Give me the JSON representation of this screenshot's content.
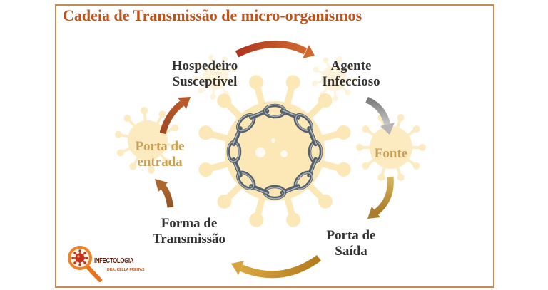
{
  "title": "Cadeia de Transmissão de micro-organismos",
  "stages": {
    "host": {
      "line1": "Hospedeiro",
      "line2": "Susceptível"
    },
    "agent": {
      "line1": "Agente",
      "line2": "Infeccioso"
    },
    "source": {
      "line1": "Fonte"
    },
    "exit": {
      "line1": "Porta de",
      "line2": "Saída"
    },
    "transmission": {
      "line1": "Forma de",
      "line2": "Transmissão"
    },
    "entry": {
      "line1": "Porta de",
      "line2": "entrada"
    }
  },
  "center_icon": "chain-icon",
  "background_icon": "virus-icon",
  "logo": {
    "icon": "virus-magnifier-icon",
    "text": "INFECTOLOGIA",
    "subtitle": "DRA. KELLA FREITAS"
  },
  "colors": {
    "frame": "#c98a4e",
    "title": "#c0521b",
    "label": "#333333",
    "label_light": "#c9a05a",
    "logo_text": "#5a1e0e",
    "virus": "#fce3ab",
    "chain": "#56606a",
    "chain_light": "#aab3bc"
  }
}
